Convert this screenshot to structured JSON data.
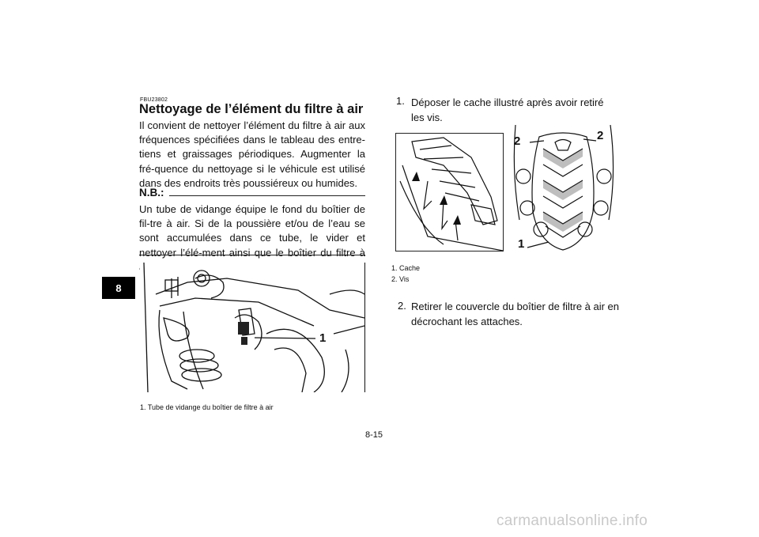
{
  "chapter_tab": "8",
  "section": {
    "code": "FBU23802",
    "title": "Nettoyage de l’élément du filtre à air",
    "body": "Il convient de nettoyer l’élément du filtre à air aux fréquences spécifiées dans le tableau des entre-tiens et graissages périodiques. Augmenter la fré-quence du nettoyage si le véhicule est utilisé dans des endroits très poussiéreux ou humides."
  },
  "note": {
    "label": "N.B.:",
    "text": "Un tube de vidange équipe le fond du boîtier de fil-tre à air. Si de la poussière et/ou de l’eau se sont accumulées dans ce tube, le vider et nettoyer l’élé-ment ainsi que le boîtier du filtre à air."
  },
  "figure1": {
    "callout": "1",
    "caption": "1.  Tube de vidange du boîtier de filtre à air"
  },
  "steps": [
    {
      "num": "1.",
      "text": "Déposer le cache illustré après avoir retiré les vis."
    },
    {
      "num": "2.",
      "text": "Retirer le couvercle du boîtier de filtre à air en décrochant les attaches."
    }
  ],
  "figure2": {
    "callouts": [
      "1",
      "2",
      "2"
    ],
    "captions": [
      "1.  Cache",
      "2.  Vis"
    ]
  },
  "page_number": "8-15",
  "watermark": "carmanualsonline.info"
}
